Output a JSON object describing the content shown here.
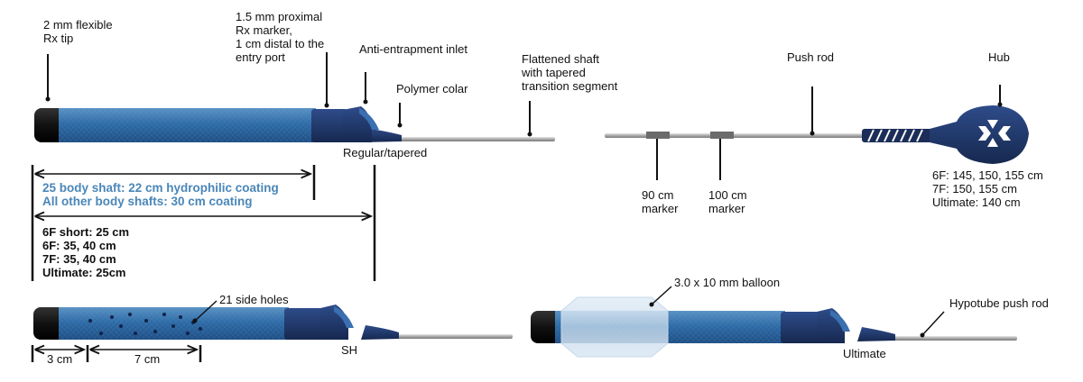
{
  "catheter_top": {
    "tip_label": "2 mm flexible\nRx tip",
    "marker_label": "1.5 mm proximal\nRx marker,\n1 cm distal to the\nentry port",
    "inlet_label": "Anti-entrapment inlet",
    "collar_label": "Polymer colar",
    "shaft_label": "Flattened shaft\nwith tapered\ntransition segment",
    "variant_label": "Regular/tapered"
  },
  "coating": {
    "line1": "25 body shaft: 22 cm hydrophilic coating",
    "line2": "All other body shafts: 30 cm coating"
  },
  "lengths": {
    "line1": "6F short: 25 cm",
    "line2": "6F: 35, 40 cm",
    "line3": "7F: 35, 40 cm",
    "line4": "Ultimate: 25cm"
  },
  "push_rod": {
    "rod_label": "Push rod",
    "hub_label": "Hub",
    "marker90_label": "90 cm\nmarker",
    "marker100_label": "100 cm\nmarker",
    "hub_lengths": "6F: 145, 150, 155 cm\n7F: 150, 155 cm\nUltimate: 140 cm"
  },
  "sh_catheter": {
    "holes_label": "21 side holes",
    "dim1_label": "3 cm",
    "dim2_label": "7 cm",
    "variant_label": "SH"
  },
  "ultimate_catheter": {
    "balloon_label": "3.0 x 10 mm balloon",
    "hypotube_label": "Hypotube push rod",
    "variant_label": "Ultimate"
  },
  "colors": {
    "shaft_blue": "#2d6aa3",
    "dark_navy": "#1f3566",
    "label_blue": "#4a86b8"
  }
}
